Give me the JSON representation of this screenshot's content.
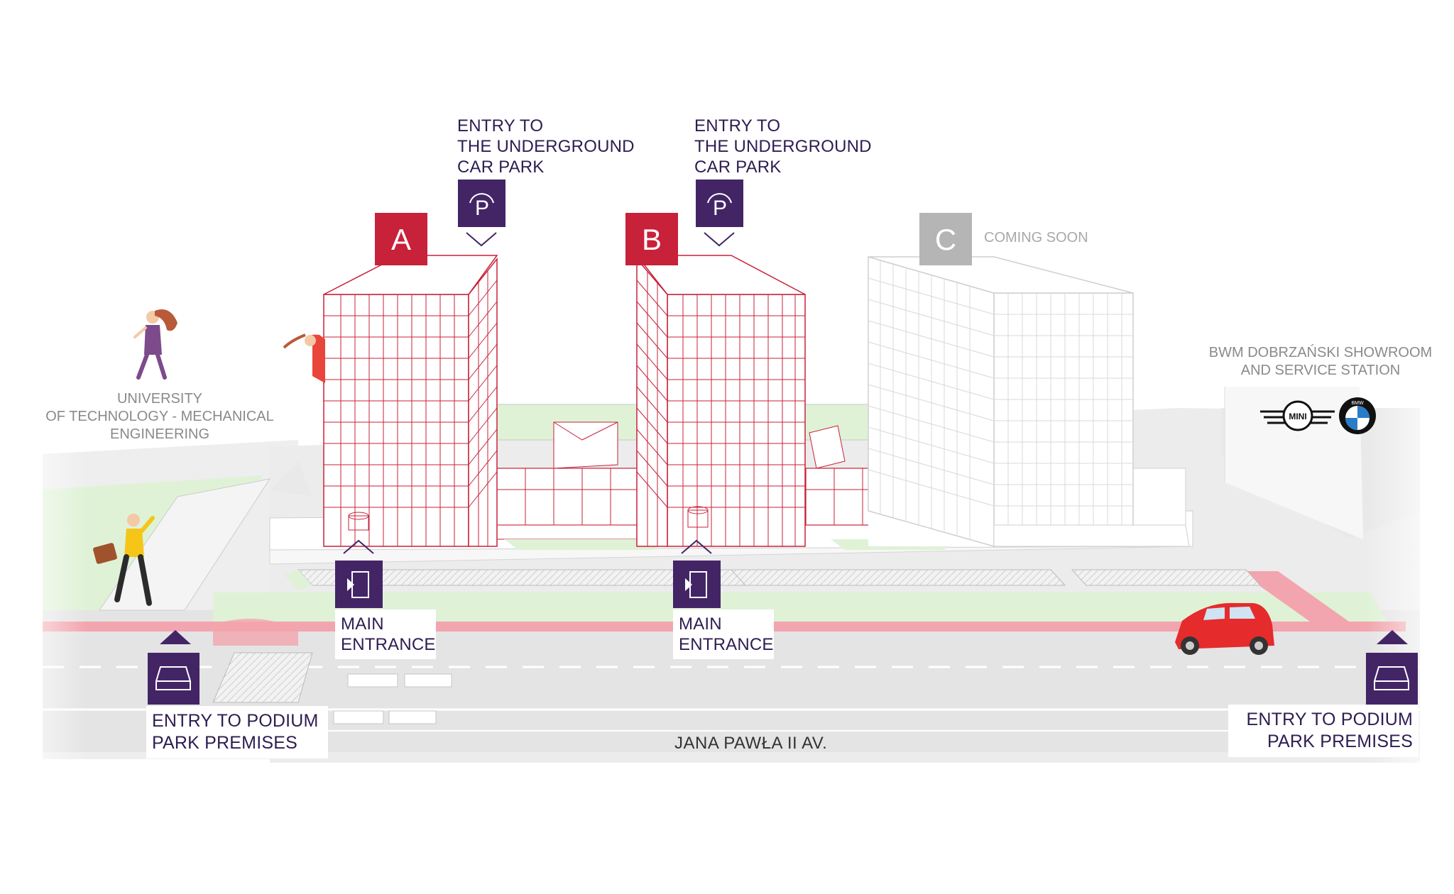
{
  "colors": {
    "brand_purple": "#432566",
    "building_red": "#c8213a",
    "coming_soon_grey": "#b5b5b5",
    "green_area": "#dff2d6",
    "cycle_path": "#f2a5ae",
    "road_grey": "#e6e6e6"
  },
  "buildings": [
    {
      "letter": "A",
      "status": "existing"
    },
    {
      "letter": "B",
      "status": "existing"
    },
    {
      "letter": "C",
      "status": "Coming soon"
    }
  ],
  "labels": {
    "underground_a": [
      "ENTRY TO",
      "THE UNDERGROUND",
      "CAR PARK"
    ],
    "underground_b": [
      "ENTRY TO",
      "THE UNDERGROUND",
      "CAR PARK"
    ],
    "coming_soon": "COMING SOON",
    "university": [
      "UNIVERSITY",
      "OF TECHNOLOGY - MECHANICAL",
      "ENGINEERING"
    ],
    "showroom": [
      "BWM DOBRZAŃSKI SHOWROOM",
      "AND SERVICE STATION"
    ],
    "main_entrance_a": [
      "MAIN",
      "ENTRANCE"
    ],
    "main_entrance_b": [
      "MAIN",
      "ENTRANCE"
    ],
    "podium_left": [
      "ENTRY TO PODIUM",
      "PARK PREMISES"
    ],
    "podium_right": [
      "ENTRY TO PODIUM",
      "PARK PREMISES"
    ],
    "street": "JANA PAWŁA II AV.",
    "parking_glyph": "P",
    "mini_logo": "MINI",
    "bmw_logo": "BMW"
  },
  "icons": [
    "parking-icon",
    "entrance-door-icon",
    "car-front-icon",
    "arrow-up-icon",
    "chevron-down-icon"
  ]
}
